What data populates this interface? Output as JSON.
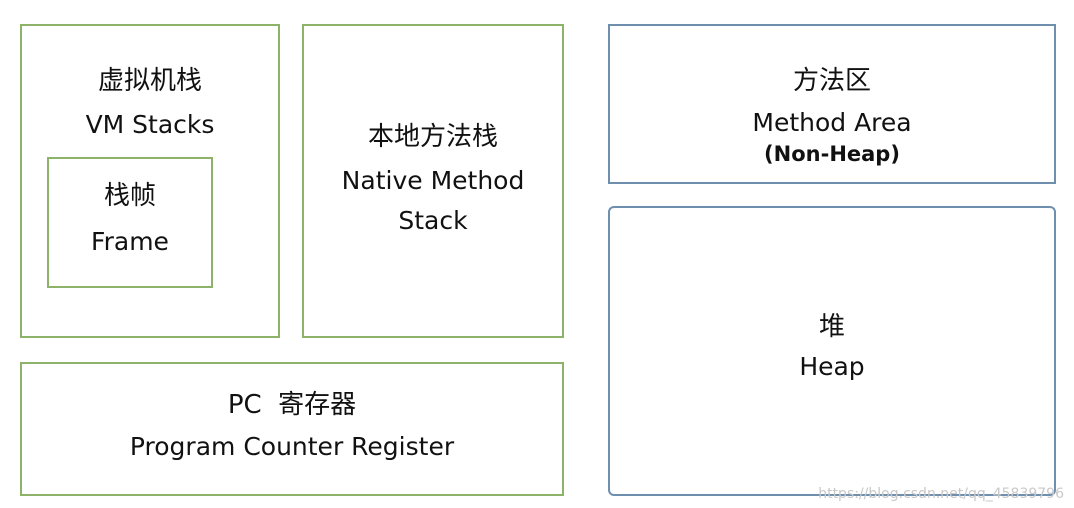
{
  "vm_stacks": {
    "zh": "虚拟机栈",
    "en": "VM Stacks"
  },
  "frame": {
    "zh": "栈帧",
    "en": "Frame"
  },
  "native_method_stack": {
    "zh": "本地方法栈",
    "en_line1": "Native Method",
    "en_line2": "Stack"
  },
  "pc_register": {
    "zh": "PC  寄存器",
    "en": "Program Counter Register"
  },
  "method_area": {
    "zh": "方法区",
    "en": "Method Area",
    "note": "(Non-Heap)"
  },
  "heap": {
    "zh": "堆",
    "en": "Heap"
  },
  "watermark": "https://blog.csdn.net/qq_45839796",
  "colors": {
    "green_border": "#8db36a",
    "blue_border": "#6f8faf"
  }
}
